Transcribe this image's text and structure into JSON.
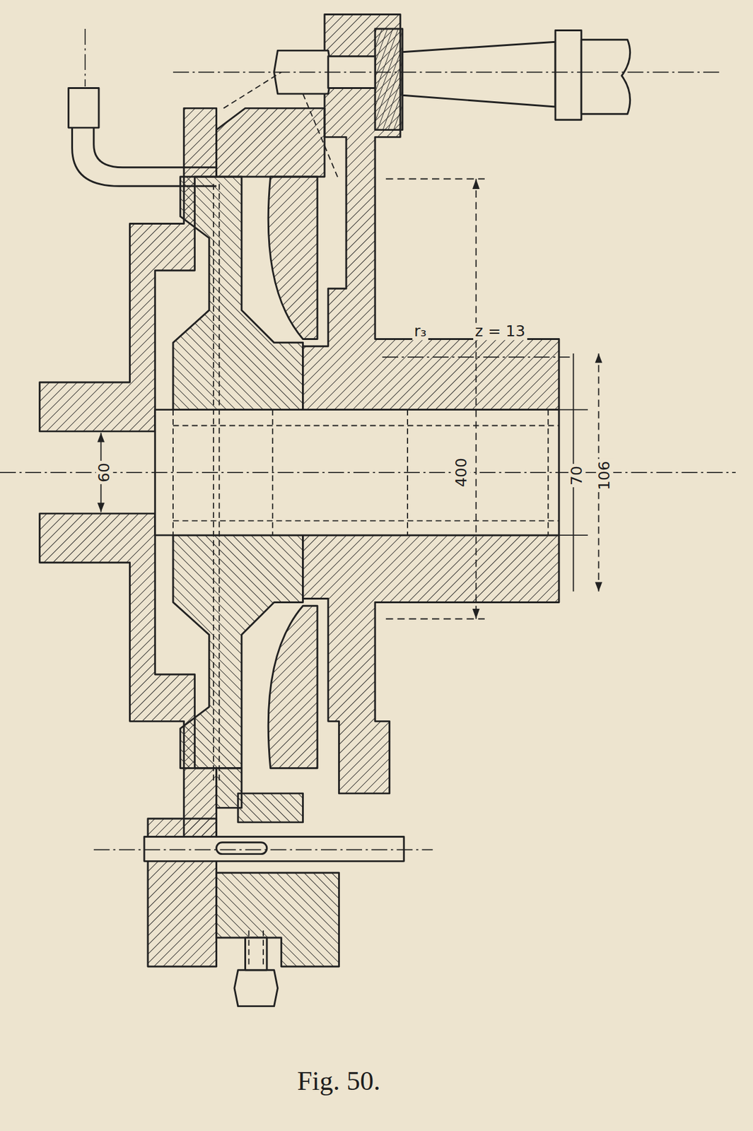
{
  "diagram": {
    "caption": "Fig. 50.",
    "labels": [
      "60",
      "400",
      "70",
      "106",
      "r₃",
      "z = 13"
    ]
  }
}
